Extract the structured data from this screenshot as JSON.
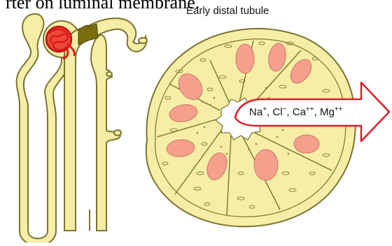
{
  "heading_fragment": "rter on luminal membrane.",
  "label": "Early distal tubule",
  "ions": {
    "na": "Na",
    "na_sup": "+",
    "sep1": ", ",
    "cl": "Cl",
    "cl_sup": "−",
    "sep2": ", ",
    "ca": "Ca",
    "ca_sup": "++",
    "sep3": ", ",
    "mg": "Mg",
    "mg_sup": "++"
  },
  "colors": {
    "tubule_fill": "#f6eda6",
    "tubule_stroke": "#7a7430",
    "nucleus": "#f4a08c",
    "glomerulus": "#e01818",
    "dark_segment": "#7a6f10",
    "arrow_stroke": "#d81e2a"
  }
}
